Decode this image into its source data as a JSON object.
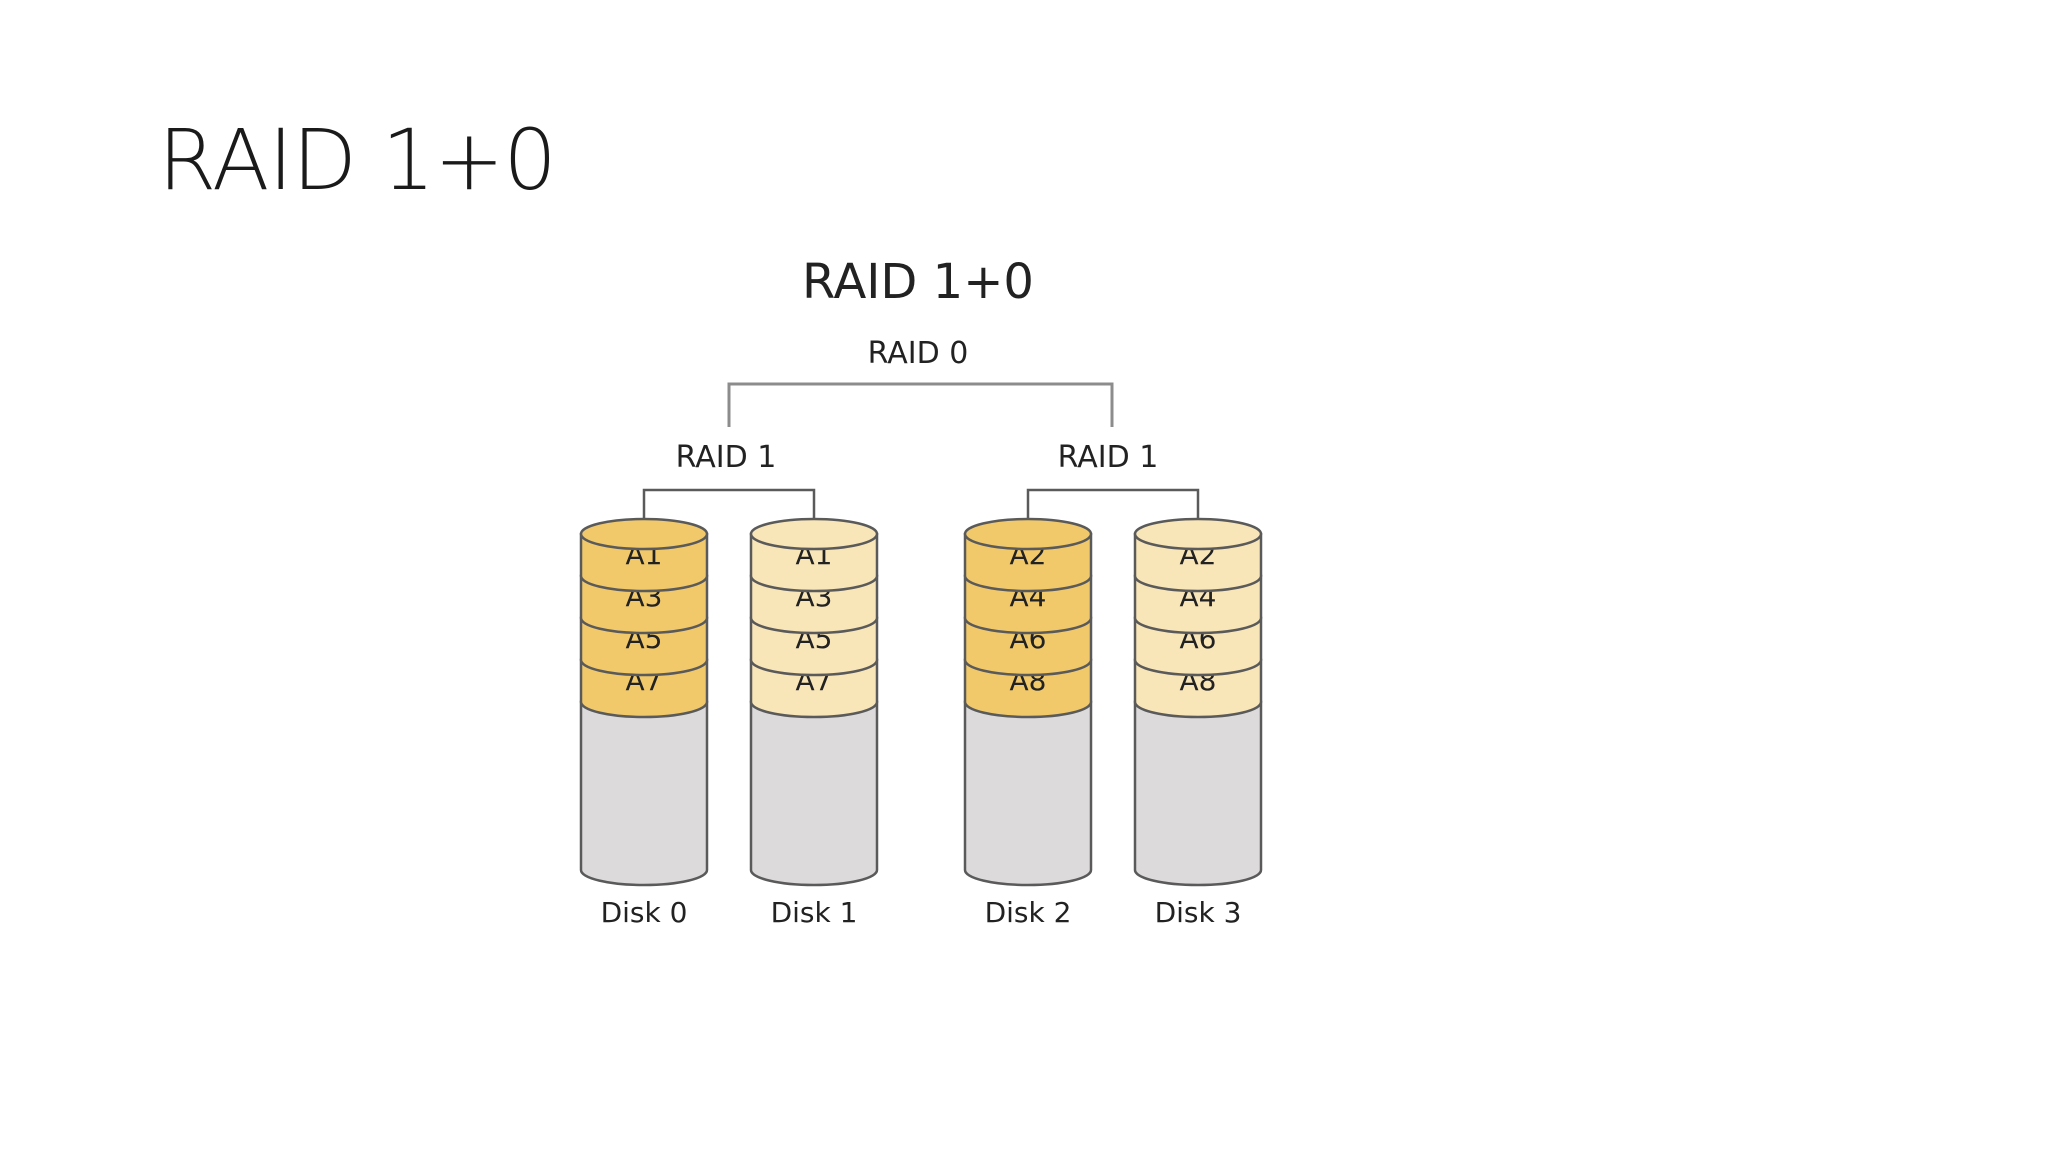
{
  "slide": {
    "title": "RAID 1+0"
  },
  "diagram": {
    "title": "RAID 1+0",
    "top_label": "RAID 0",
    "mirror_label": "RAID 1",
    "colors": {
      "primary_block": "#f1c96b",
      "mirror_block": "#f9e6b8",
      "disk_body": "#dcdadb",
      "outline": "#5a5a5a"
    },
    "mirrors": [
      {
        "label": "RAID 1",
        "disks": [
          {
            "name": "Disk 0",
            "blocks": [
              "A1",
              "A3",
              "A5",
              "A7"
            ],
            "role": "primary"
          },
          {
            "name": "Disk 1",
            "blocks": [
              "A1",
              "A3",
              "A5",
              "A7"
            ],
            "role": "mirror"
          }
        ]
      },
      {
        "label": "RAID 1",
        "disks": [
          {
            "name": "Disk 2",
            "blocks": [
              "A2",
              "A4",
              "A6",
              "A8"
            ],
            "role": "primary"
          },
          {
            "name": "Disk 3",
            "blocks": [
              "A2",
              "A4",
              "A6",
              "A8"
            ],
            "role": "mirror"
          }
        ]
      }
    ]
  }
}
